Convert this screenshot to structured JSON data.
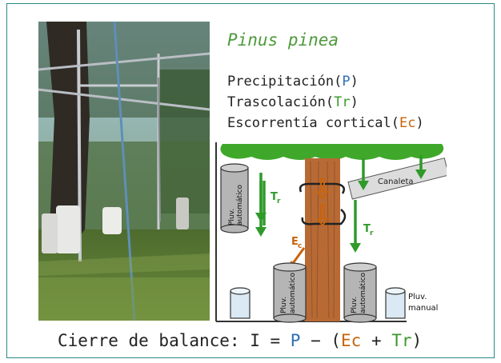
{
  "title": "Pinus pinea",
  "legend": [
    {
      "label": "Precipitación",
      "symbol": "P"
    },
    {
      "label": "Trascolación",
      "symbol": "Tr"
    },
    {
      "label": "Escorrentía cortical",
      "symbol": "Ec"
    }
  ],
  "diagram": {
    "canaleta": "Canaleta",
    "tr_main": "T",
    "tr_sub": "r",
    "ec_main": "E",
    "ec_sub": "c",
    "pluv_auto_line1": "Pluv.",
    "pluv_auto_line2": "automático",
    "pluv_manual_line1": "Pluv.",
    "pluv_manual_line2": "manual"
  },
  "equation": {
    "prefix": "Cierre de balance: I = ",
    "p": "P",
    "minus": " − (",
    "ec": "Ec",
    "plus": " + ",
    "tr": "Tr",
    "close": ")"
  },
  "colors": {
    "canopy": "#3fa82a",
    "arrow": "#2f9a2a",
    "trunk": "#b86a35",
    "gauge": "#b5b5b5",
    "ec_arrow": "#c8640c",
    "frame": "#2a8a86"
  }
}
